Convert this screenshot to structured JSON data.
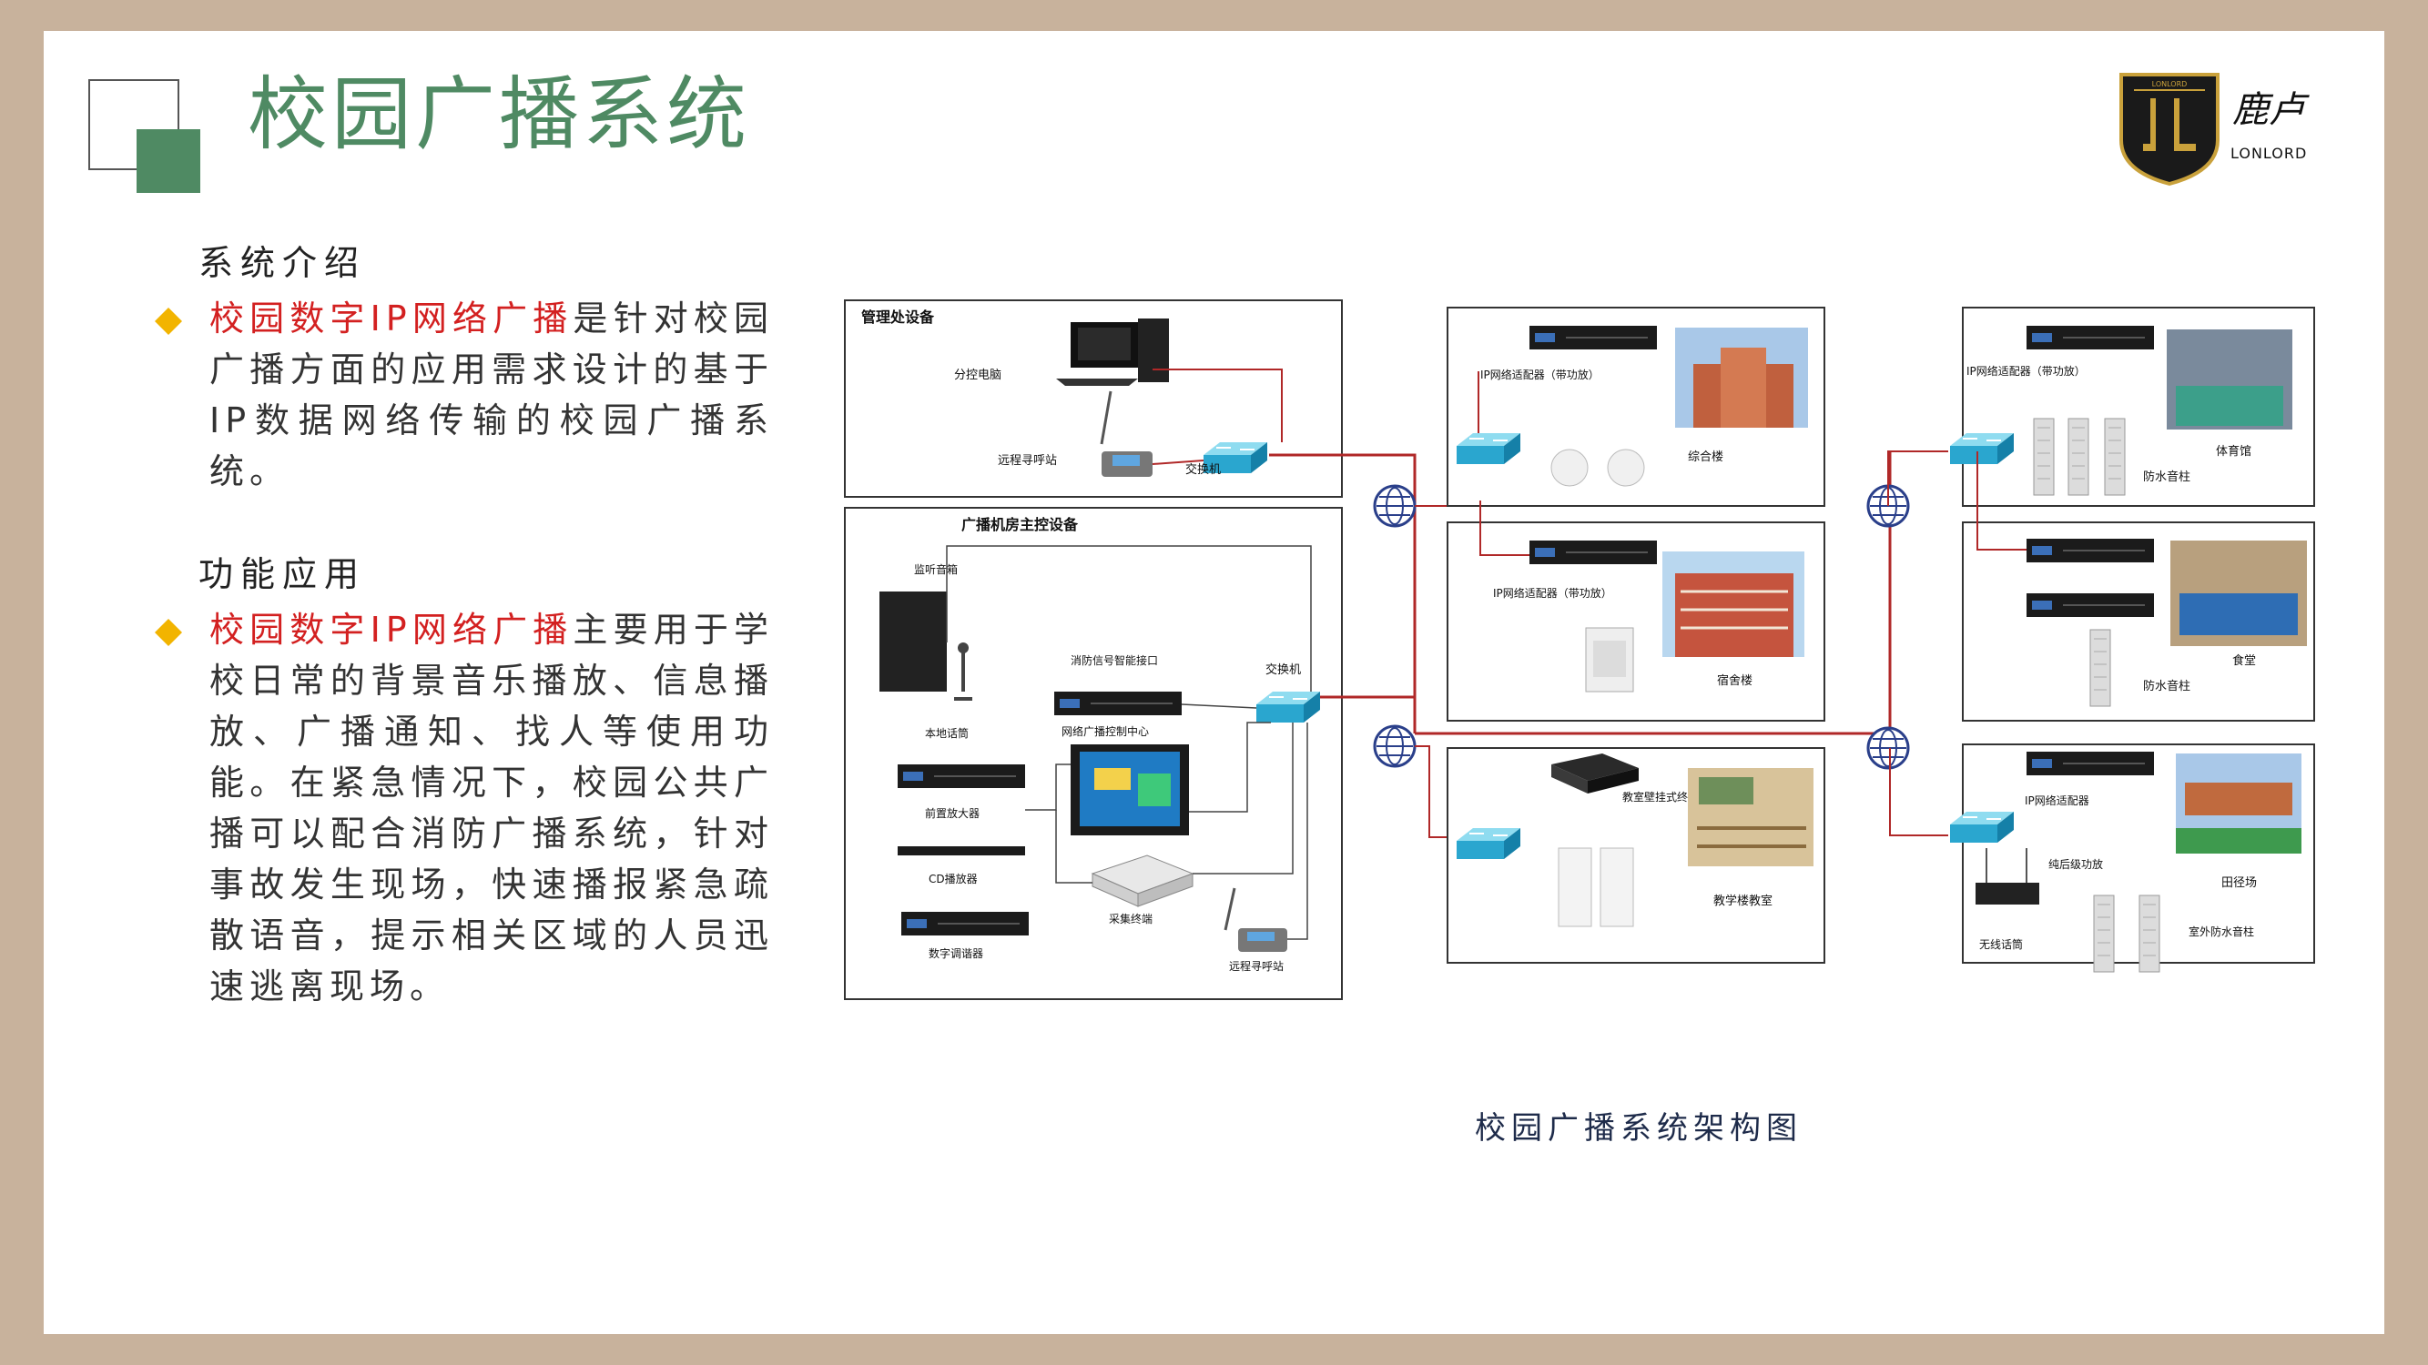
{
  "title": "校园广播系统",
  "logo": {
    "brand_cn": "鹿卢",
    "brand_en": "LONLORD",
    "shield_text": "LONLORD"
  },
  "intro": {
    "heading": "系统介绍",
    "highlight": "校园数字IP网络广播",
    "text": "是针对校园广播方面的应用需求设计的基于IP数据网络传输的校园广播系统。"
  },
  "function": {
    "heading": "功能应用",
    "highlight": "校园数字IP网络广播",
    "text": "主要用于学校日常的背景音乐播放、信息播放、广播通知、找人等使用功能。在紧急情况下，校园公共广播可以配合消防广播系统，针对事故发生现场，快速播报紧急疏散语音，提示相关区域的人员迅速逃离现场。"
  },
  "diagram": {
    "caption": "校园广播系统架构图",
    "mgmt": {
      "title": "管理处设备",
      "pc": "分控电脑",
      "mic": "远程寻呼站",
      "switch": "交换机"
    },
    "control": {
      "title": "广播机房主控设备",
      "monitor": "监听音箱",
      "localmic": "本地话筒",
      "fire": "消防信号智能接口",
      "center": "网络广播控制中心",
      "switch": "交换机",
      "preamp": "前置放大器",
      "cd": "CD播放器",
      "collector": "采集终端",
      "tuner": "数字调谐器",
      "remote": "远程寻呼站"
    },
    "b1": {
      "adapter": "IP网络适配器（带功放）",
      "name": "综合楼"
    },
    "b2": {
      "adapter": "IP网络适配器（带功放）",
      "name": "宿舍楼"
    },
    "b3": {
      "terminal": "教室壁挂式终端",
      "name": "教学楼教室"
    },
    "b4": {
      "adapter": "IP网络适配器（带功放）",
      "speaker": "防水音柱",
      "name": "体育馆"
    },
    "b5": {
      "speaker": "防水音柱",
      "name": "食堂"
    },
    "b6": {
      "adapter": "IP网络适配器",
      "amp": "纯后级功放",
      "mic": "无线话筒",
      "name": "田径场",
      "speaker": "室外防水音柱"
    }
  },
  "colors": {
    "green": "#4f8a63",
    "red": "#d32020",
    "bullet": "#f2b400",
    "frame": "#c8b29c",
    "link": "#b02828"
  }
}
